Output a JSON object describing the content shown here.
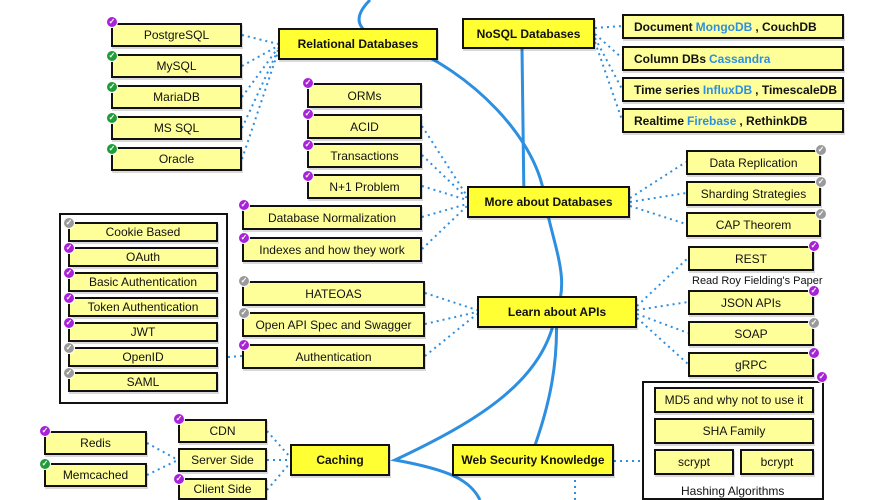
{
  "colors": {
    "node_fill": "#ffff99",
    "main_fill": "#ffff33",
    "trunk": "#2d8fe0",
    "dotted": "#2d8fe0",
    "done": "#1f9d36",
    "purple": "#a822d8",
    "gray": "#9a9a9a"
  },
  "relational": {
    "title": "Relational Databases",
    "items": [
      "PostgreSQL",
      "MySQL",
      "MariaDB",
      "MS SQL",
      "Oracle"
    ]
  },
  "nosql": {
    "title": "NoSQL Databases",
    "items": [
      {
        "label": "Document",
        "highlight": "MongoDB",
        "rest": ", CouchDB"
      },
      {
        "label": "Column DBs",
        "highlight": "Cassandra",
        "rest": ""
      },
      {
        "label": "Time series",
        "highlight": "InfluxDB",
        "rest": ", TimescaleDB"
      },
      {
        "label": "Realtime",
        "highlight": "Firebase",
        "rest": ", RethinkDB"
      }
    ]
  },
  "more_db": {
    "title": "More about Databases",
    "left": [
      "ORMs",
      "ACID",
      "Transactions",
      "N+1 Problem",
      "Database Normalization",
      "Indexes and how they work"
    ],
    "right": [
      "Data Replication",
      "Sharding Strategies",
      "CAP Theorem"
    ]
  },
  "auth": {
    "items": [
      "Cookie Based",
      "OAuth",
      "Basic Authentication",
      "Token Authentication",
      "JWT",
      "OpenID",
      "SAML"
    ]
  },
  "apis": {
    "title": "Learn about APIs",
    "left": [
      "HATEOAS",
      "Open API Spec and Swagger",
      "Authentication"
    ],
    "right": [
      "REST",
      "JSON APIs",
      "SOAP",
      "gRPC"
    ],
    "rest_note": "Read Roy Fielding's Paper"
  },
  "caching": {
    "title": "Caching",
    "items": [
      "CDN",
      "Server Side",
      "Client Side"
    ],
    "server_side": [
      "Redis",
      "Memcached"
    ]
  },
  "security": {
    "title": "Web Security Knowledge",
    "items": [
      "MD5 and why not to use it",
      "SHA Family",
      "scrypt",
      "bcrypt"
    ],
    "group_label": "Hashing Algorithms"
  }
}
